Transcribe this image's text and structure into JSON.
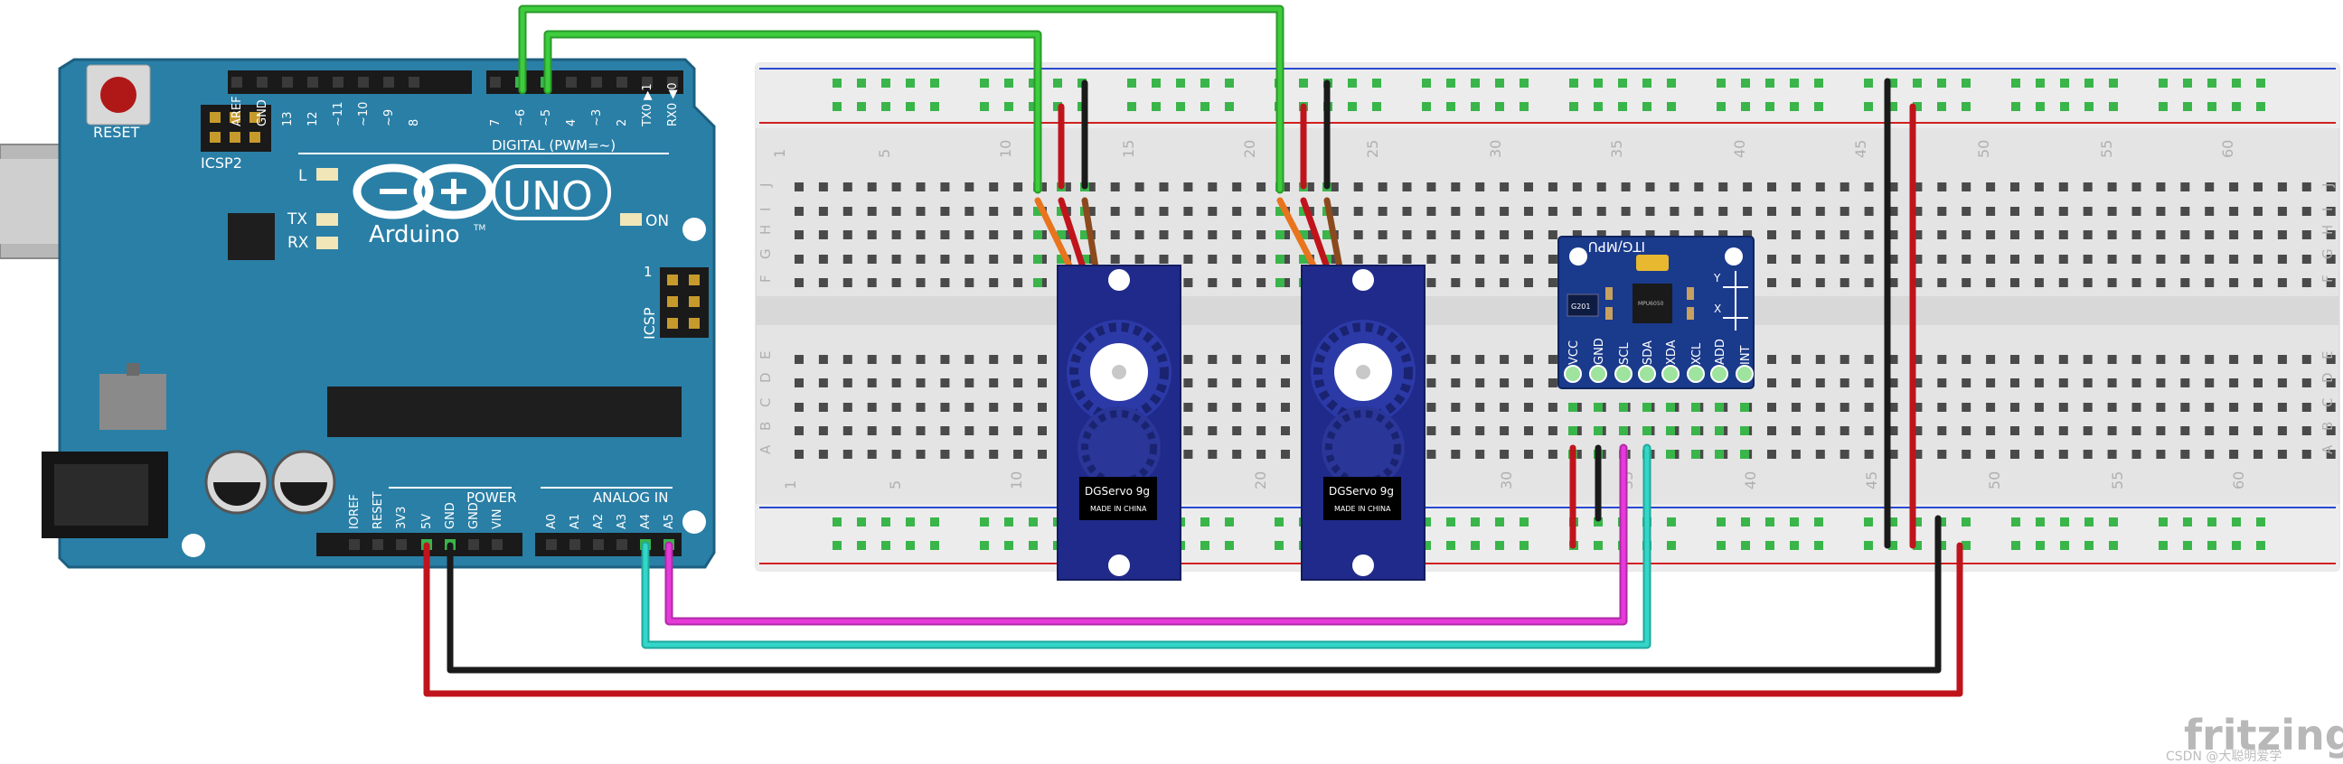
{
  "arduino": {
    "reset": "RESET",
    "icsp2": "ICSP2",
    "icsp": "ICSP",
    "icsp_pin1": "1",
    "digital_label": "DIGITAL (PWM=~)",
    "top_pins": [
      "AREF",
      "GND",
      "13",
      "12",
      "~11",
      "~10",
      "~9",
      "8",
      "7",
      "~6",
      "~5",
      "4",
      "~3",
      "2",
      "TX0 ▶1",
      "RX0 ◀0"
    ],
    "uno": "UNO",
    "brand": "Arduino",
    "tm": "TM",
    "led_l": "L",
    "led_tx": "TX",
    "led_rx": "RX",
    "led_on": "ON",
    "power_label": "POWER",
    "analog_label": "ANALOG IN",
    "bottom_pins": [
      "IOREF",
      "RESET",
      "3V3",
      "5V",
      "GND",
      "GND",
      "VIN",
      "A0",
      "A1",
      "A2",
      "A3",
      "A4",
      "A5"
    ]
  },
  "breadboard": {
    "column_numbers": [
      "1",
      "5",
      "10",
      "15",
      "20",
      "25",
      "30",
      "35",
      "40",
      "45",
      "50",
      "55",
      "60"
    ],
    "row_letters_top": [
      "J",
      "I",
      "H",
      "G",
      "F"
    ],
    "row_letters_bottom": [
      "E",
      "D",
      "C",
      "B",
      "A"
    ]
  },
  "servo": {
    "label": "DGServo 9g",
    "sublabel": "MADE IN CHINA"
  },
  "mpu": {
    "title": "ITG/MPU",
    "pins": [
      "VCC",
      "GND",
      "SCL",
      "SDA",
      "XDA",
      "XCL",
      "ADD",
      "INT"
    ],
    "chip_text": "MPU6050",
    "reg_text": "G201",
    "axis_y": "Y",
    "axis_x": "X"
  },
  "watermark": {
    "logo": "fritzing",
    "sub": "CSDN @大聪明爱学"
  },
  "colors": {
    "board": "#2a7fa6",
    "board_dark": "#1c5f80",
    "breadboard": "#e6e6e6",
    "hole_green": "#39b54a",
    "servo_blue": "#1f2a8a",
    "mpu_blue": "#1a3a8c",
    "wire_green": "#3dcc3d",
    "wire_red": "#c0141c",
    "wire_black": "#1a1a1a",
    "wire_magenta": "#e63ad9",
    "wire_cyan": "#33d6c8",
    "wire_orange": "#e8741e",
    "wire_brown": "#8b4a1e"
  }
}
